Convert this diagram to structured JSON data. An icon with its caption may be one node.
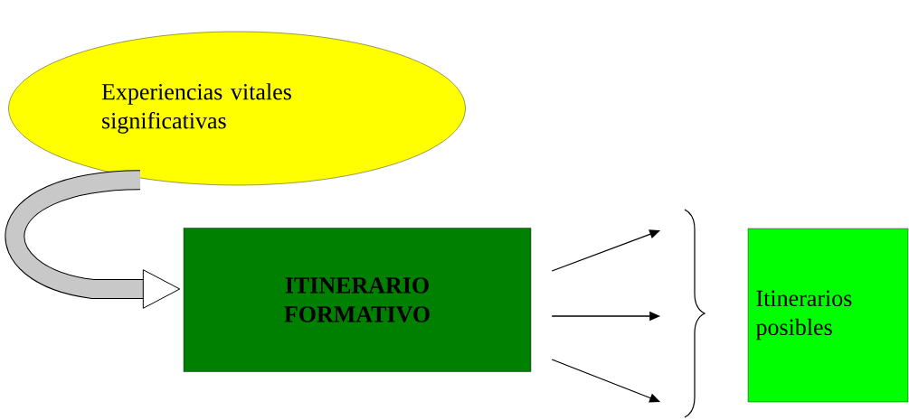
{
  "diagram": {
    "nodes": [
      {
        "text": [
          "Experiencias vitales significativas"
        ]
      },
      {
        "text": [
          "ITINERARIO FORMATIVO"
        ]
      },
      {
        "text": [
          "Itinerarios posibles"
        ]
      }
    ],
    "edges": [
      {
        "from": 0,
        "to": 1,
        "arrow": "to",
        "style": "thick"
      },
      {
        "from": 1,
        "to": null,
        "arrow": "to"
      },
      {
        "from": 1,
        "to": null,
        "arrow": "to"
      },
      {
        "from": 1,
        "to": null,
        "arrow": "to"
      }
    ]
  }
}
